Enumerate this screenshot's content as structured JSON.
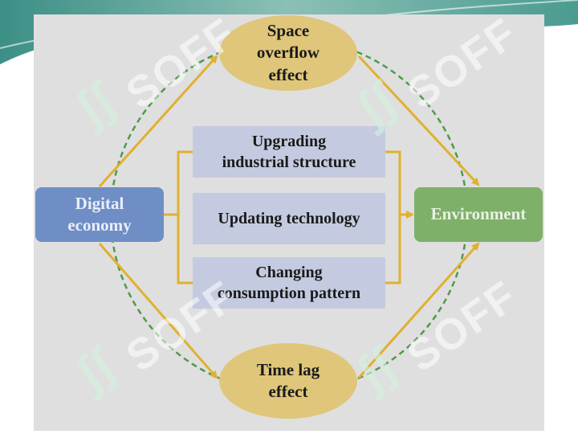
{
  "nodes": {
    "digital_economy": "Digital\neconomy",
    "environment": "Environment",
    "space_overflow": "Space\noverflow\neffect",
    "time_lag": "Time lag\neffect"
  },
  "mechanisms": {
    "upgrading": "Upgrading\nindustrial structure",
    "updating": "Updating technology",
    "changing": "Changing\nconsumption pattern"
  },
  "watermark": {
    "logo": "ʃʃ",
    "text": "SOFF"
  },
  "colors": {
    "panel_bg": "#dfdfdf",
    "digital_fill": "#6f8ec5",
    "environment_fill": "#7fb06a",
    "effect_fill": "#dfc67a",
    "mechanism_fill": "#c4cbe0",
    "arrow_gold": "#e0b030",
    "dashed_green": "#4f9a4a"
  }
}
